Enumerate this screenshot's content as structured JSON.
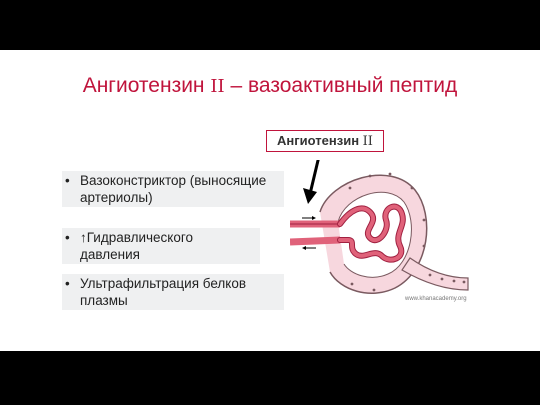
{
  "title": {
    "main": "Ангиотензин ",
    "roman": "II",
    "rest": " – вазоактивный пептид"
  },
  "label": {
    "main": "Ангиотензин ",
    "roman": "II"
  },
  "bullets": [
    "Вазоконстриктор (выносящие артериолы)",
    "↑Гидравлического давления",
    "Ультрафильтрация белков плазмы"
  ],
  "credit": "www.khanacademy.org",
  "colors": {
    "accent": "#c0143c",
    "vessel": "#e0627a",
    "capsule_outline": "#7a5a60"
  },
  "icons": [
    "glomerulus-illustration",
    "pointer-arrow"
  ]
}
